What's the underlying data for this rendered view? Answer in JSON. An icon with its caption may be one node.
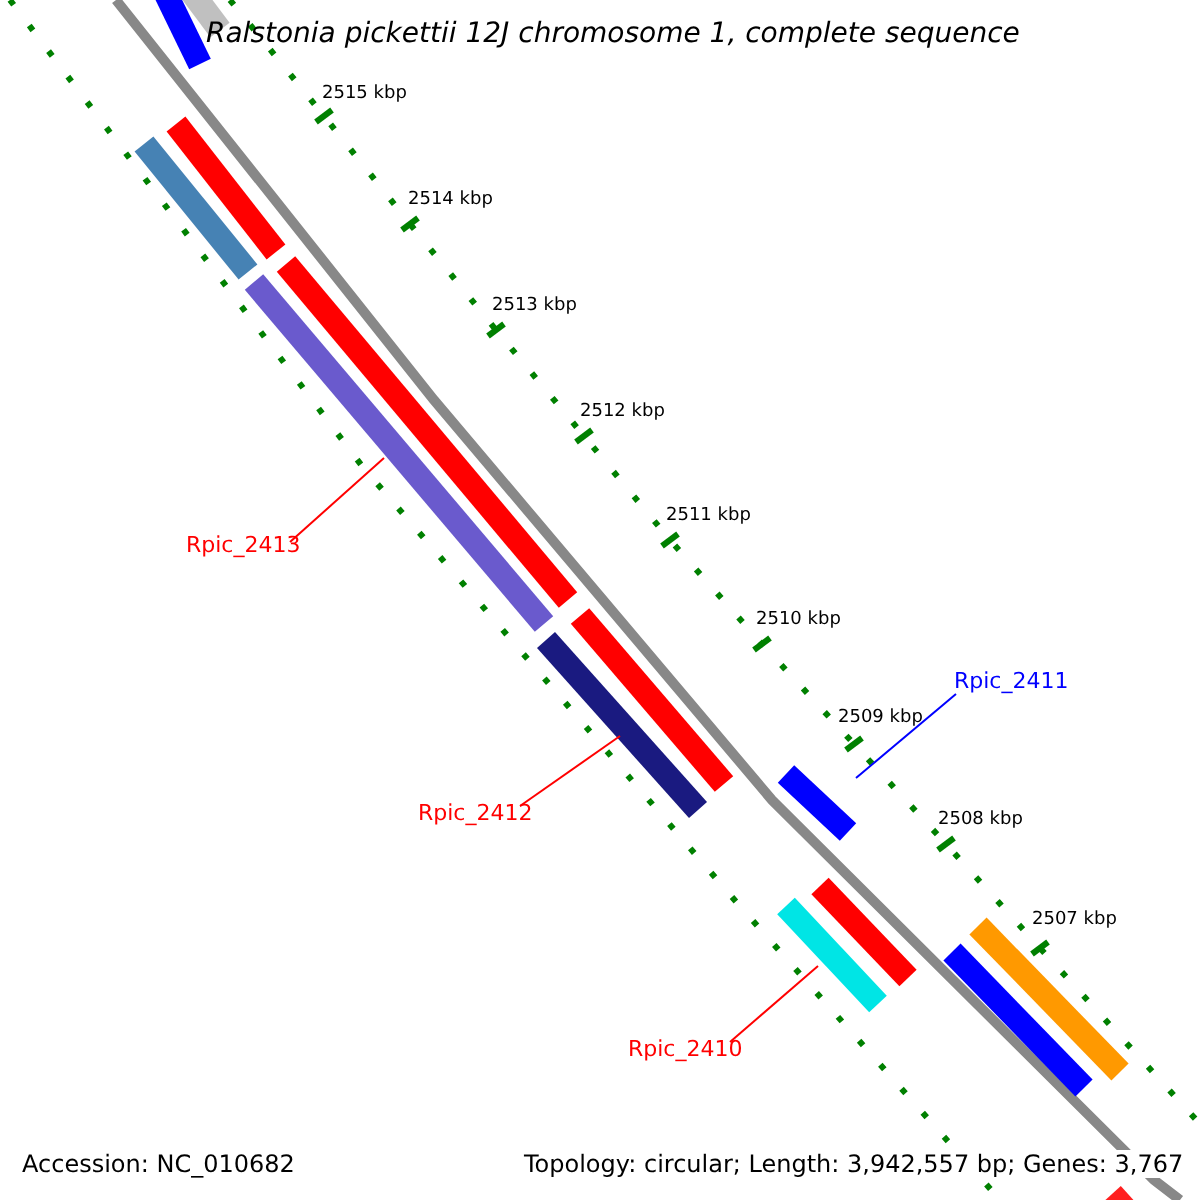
{
  "diagram": {
    "title": "Ralstonia pickettii 12J chromosome 1, complete sequence",
    "nodes": [
      {
        "text": [
          "Rpic_2413"
        ]
      },
      {
        "text": [],
        "shape": "bar"
      },
      {
        "text": [
          "Rpic_2412"
        ]
      },
      {
        "text": [],
        "shape": "bar"
      },
      {
        "text": [
          "Rpic_2411"
        ]
      },
      {
        "text": [],
        "shape": "bar"
      },
      {
        "text": [
          "Rpic_2410"
        ]
      },
      {
        "text": [],
        "shape": "bar"
      },
      {
        "text": [],
        "shape": "bar"
      },
      {
        "text": [],
        "shape": "bar"
      },
      {
        "text": [],
        "shape": "bar"
      },
      {
        "text": [],
        "shape": "bar"
      },
      {
        "text": [],
        "shape": "bar"
      },
      {
        "text": [],
        "shape": "bar"
      },
      {
        "text": [],
        "shape": "bar"
      },
      {
        "text": [],
        "shape": "bar"
      },
      {
        "text": [],
        "shape": "bar"
      },
      {
        "text": [],
        "shape": "bar"
      }
    ],
    "edges": [
      {
        "from": 0,
        "to": 1,
        "arrow": "none"
      },
      {
        "from": 2,
        "to": 3,
        "arrow": "none"
      },
      {
        "from": 4,
        "to": 5,
        "arrow": "none",
        "color": "#0000ff"
      },
      {
        "from": 6,
        "to": 7,
        "arrow": "none"
      }
    ],
    "labels": [
      "2515 kbp",
      "2514 kbp",
      "2513 kbp",
      "2512 kbp",
      "2511 kbp",
      "2510 kbp",
      "2509 kbp",
      "2508 kbp",
      "2507 kbp",
      "Accession: NC_010682",
      "Topology: circular; Length: 3,942,557 bp; Genes: 3,767"
    ]
  }
}
